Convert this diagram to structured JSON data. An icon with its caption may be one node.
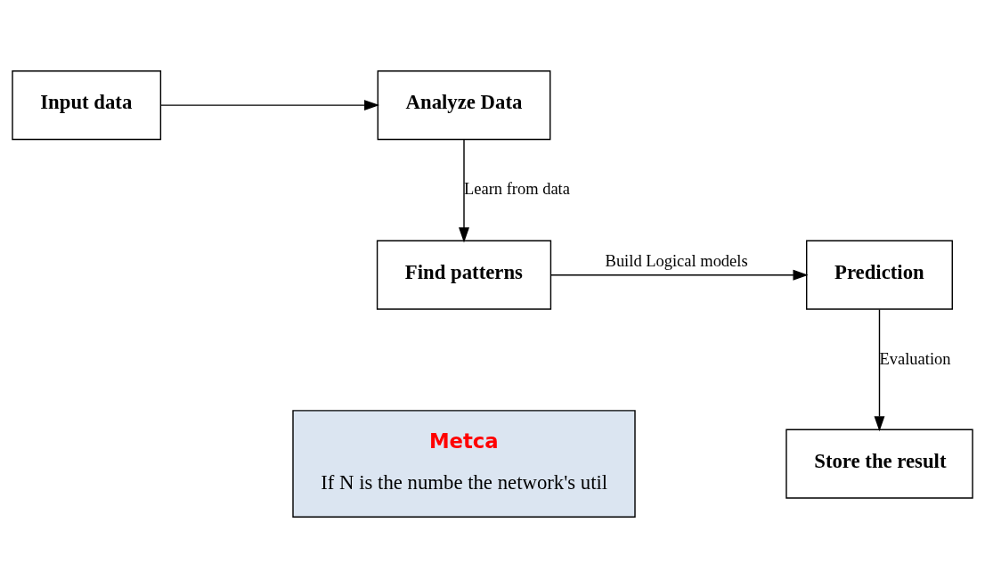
{
  "diagram": {
    "nodes": [
      {
        "text": [
          "Input data"
        ]
      },
      {
        "text": [
          "Analyze Data"
        ]
      },
      {
        "text": [
          "Find patterns"
        ]
      },
      {
        "text": [
          "Prediction"
        ]
      },
      {
        "text": [
          "Store the result"
        ]
      },
      {
        "text": [
          "Metca",
          "If N is the numbe the network's util"
        ]
      }
    ],
    "edges": [
      {
        "from": 0,
        "to": 1,
        "arrow": "to"
      },
      {
        "from": 1,
        "to": 2,
        "arrow": "to",
        "label": "Learn from data"
      },
      {
        "from": 2,
        "to": 3,
        "arrow": "to",
        "label": "Build Logical models"
      },
      {
        "from": 3,
        "to": 4,
        "arrow": "to",
        "label": "Evaluation"
      }
    ]
  }
}
